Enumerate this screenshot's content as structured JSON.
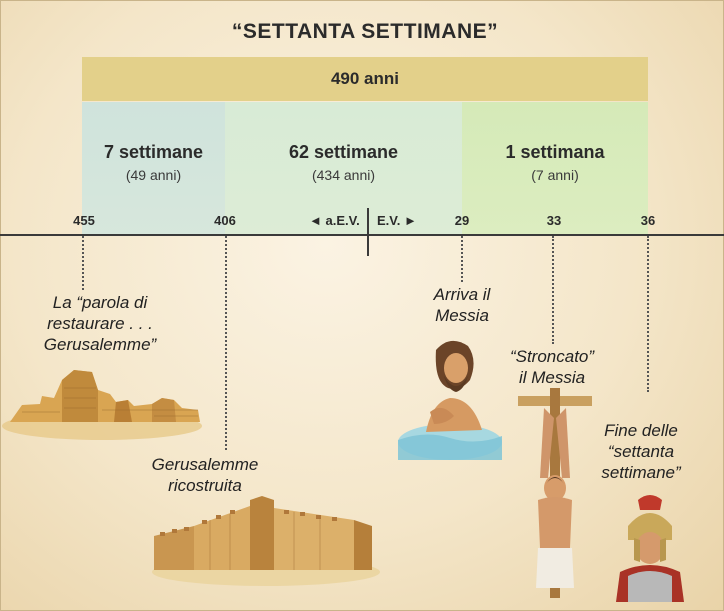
{
  "title": "“SETTANTA SETTIMANE”",
  "total": "490 anni",
  "segments": [
    {
      "label": "7 settimane",
      "sub": "(49 anni)"
    },
    {
      "label": "62 settimane",
      "sub": "(434 anni)"
    },
    {
      "label": "1 settimana",
      "sub": "(7 anni)"
    }
  ],
  "ticks": [
    "455",
    "406",
    "29",
    "33",
    "36"
  ],
  "era": {
    "bce": "◄ a.E.V.",
    "ce": "E.V. ►"
  },
  "captions": {
    "word": [
      "La “parola di",
      "restaurare . . .",
      "Gerusalemme”"
    ],
    "rebuilt": [
      "Gerusalemme",
      "ricostruita"
    ],
    "messiah": [
      "Arriva il",
      "Messia"
    ],
    "cutoff": [
      "“Stroncato”",
      "il Messia"
    ],
    "end": [
      "Fine delle",
      "“settanta",
      "settimane”"
    ]
  },
  "colors": {
    "total_bar": "#e3d08a",
    "seg_7": "#cfe3dc",
    "seg_62": "#d8ebd6",
    "seg_1": "#d5eab8",
    "background": "#f4e6c9"
  }
}
